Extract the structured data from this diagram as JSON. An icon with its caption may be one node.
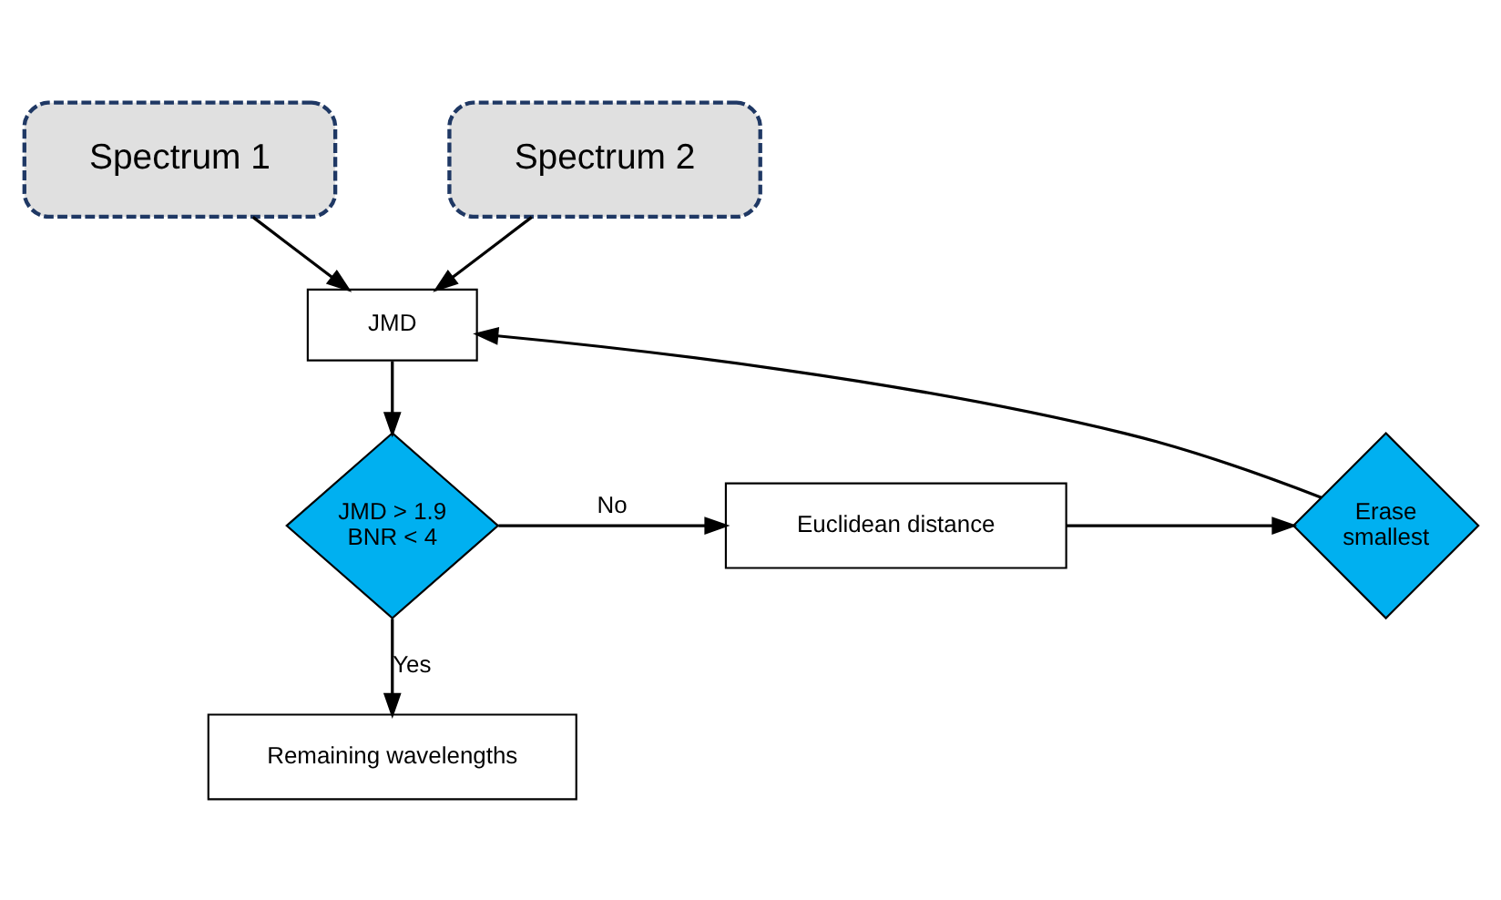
{
  "diagram": {
    "nodes": [
      {
        "text": [
          "Spectrum 1"
        ]
      },
      {
        "text": [
          "Spectrum 2"
        ]
      },
      {
        "text": [
          "JMD"
        ]
      },
      {
        "text": [
          "JMD > 1.9 BNR < 4"
        ]
      },
      {
        "text": [
          "Euclidean distance"
        ]
      },
      {
        "text": [
          "Erase smallest"
        ]
      },
      {
        "text": [
          "Remaining wavelengths"
        ]
      }
    ],
    "edges": [
      {
        "from": 0,
        "to": 2,
        "arrow": "to"
      },
      {
        "from": 1,
        "to": 2,
        "arrow": "to"
      },
      {
        "from": 2,
        "to": 3,
        "arrow": "to"
      },
      {
        "from": 3,
        "to": 4,
        "arrow": "to",
        "label": "No"
      },
      {
        "from": 4,
        "to": 5,
        "arrow": "to"
      },
      {
        "from": 5,
        "to": 2,
        "arrow": "to"
      },
      {
        "from": 3,
        "to": 6,
        "arrow": "to",
        "label": "Yes"
      }
    ]
  }
}
